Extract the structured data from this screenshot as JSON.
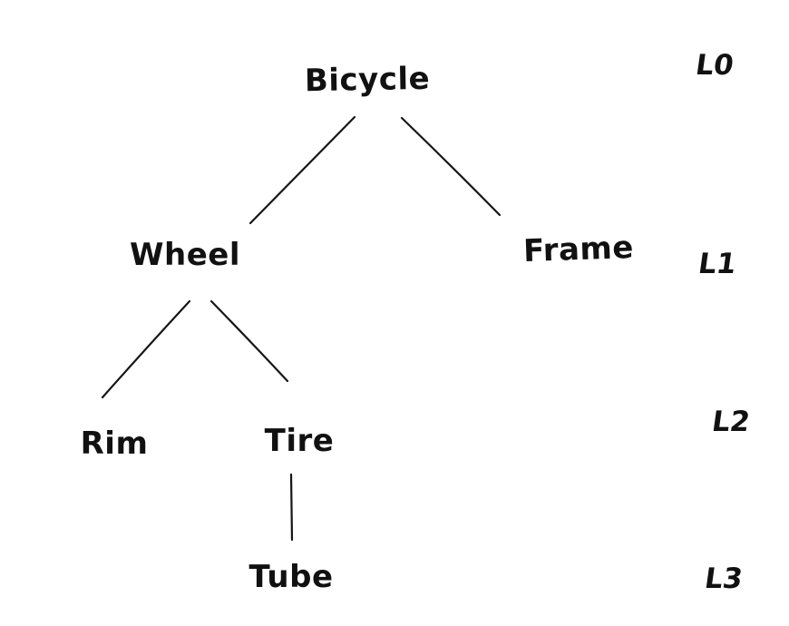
{
  "diagram": {
    "type": "tree",
    "style": "hand-drawn",
    "nodes": {
      "bicycle": {
        "label": "Bicycle",
        "level": "L0"
      },
      "wheel": {
        "label": "Wheel",
        "level": "L1"
      },
      "frame": {
        "label": "Frame",
        "level": "L1"
      },
      "rim": {
        "label": "Rim",
        "level": "L2"
      },
      "tire": {
        "label": "Tire",
        "level": "L2"
      },
      "tube": {
        "label": "Tube",
        "level": "L3"
      }
    },
    "edges": [
      {
        "from": "Bicycle",
        "to": "Wheel"
      },
      {
        "from": "Bicycle",
        "to": "Frame"
      },
      {
        "from": "Wheel",
        "to": "Rim"
      },
      {
        "from": "Wheel",
        "to": "Tire"
      },
      {
        "from": "Tire",
        "to": "Tube"
      }
    ],
    "level_labels": {
      "l0": "L0",
      "l1": "L1",
      "l2": "L2",
      "l3": "L3"
    },
    "colors": {
      "ink": "#111111",
      "background": "#ffffff"
    }
  }
}
